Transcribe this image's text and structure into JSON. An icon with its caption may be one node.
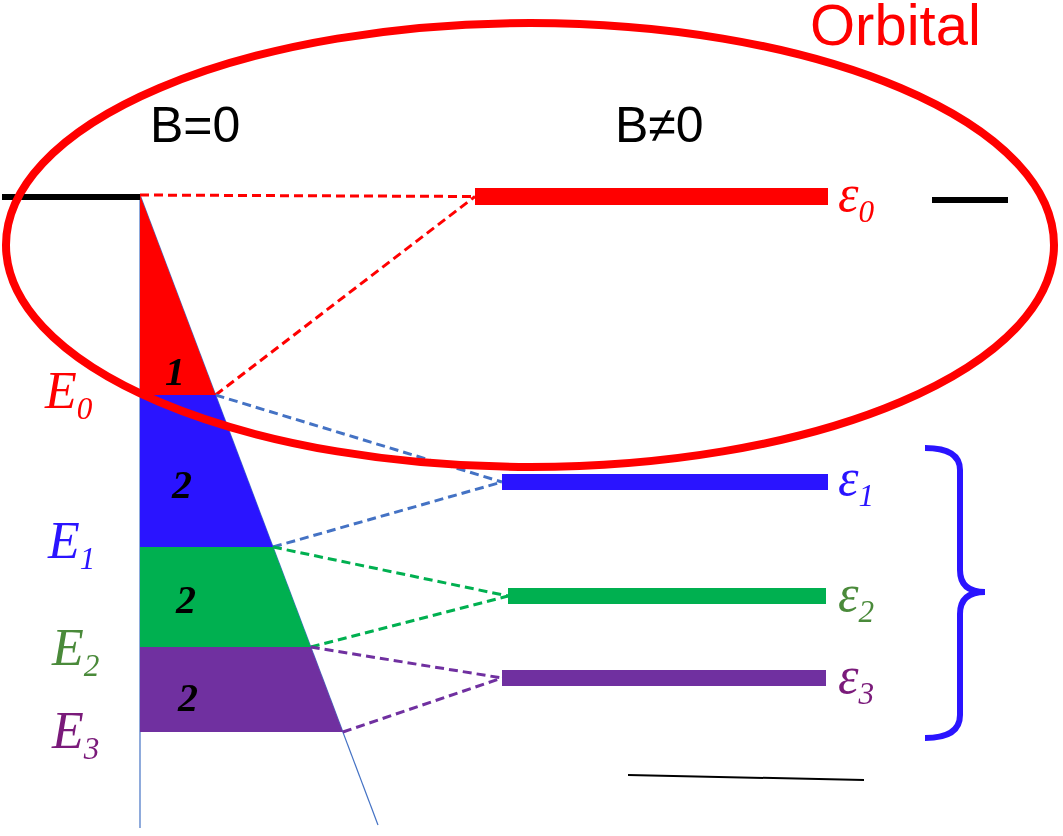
{
  "diagram": {
    "nodes": [
      {
        "text": [
          "1"
        ]
      },
      {
        "text": [
          "2"
        ]
      },
      {
        "text": [
          "2"
        ]
      },
      {
        "text": [
          "2"
        ]
      },
      {
        "text": [],
        "shape": "bar",
        "beside": [
          "ε$_{0}$"
        ]
      },
      {
        "text": [],
        "shape": "bar",
        "beside": [
          "ε$_{1}$"
        ]
      },
      {
        "text": [],
        "shape": "bar",
        "beside": [
          "ε$_{2}$"
        ]
      },
      {
        "text": [],
        "shape": "bar",
        "beside": [
          "ε$_{3}$"
        ]
      }
    ],
    "edges": [
      {
        "from": 0,
        "to": 4,
        "arrow": "none",
        "style": "dashed",
        "color": "#ff0000"
      },
      {
        "from": 0,
        "to": 4,
        "arrow": "none",
        "style": "dashed",
        "color": "#ff0000"
      },
      {
        "from": 1,
        "to": 5,
        "arrow": "none",
        "style": "dashed",
        "color": "#4472c4"
      },
      {
        "from": 1,
        "to": 5,
        "arrow": "none",
        "style": "dashed",
        "color": "#4472c4"
      },
      {
        "from": 2,
        "to": 6,
        "arrow": "none",
        "style": "dashed",
        "color": "#00b050"
      },
      {
        "from": 2,
        "to": 6,
        "arrow": "none",
        "style": "dashed",
        "color": "#00b050"
      },
      {
        "from": 3,
        "to": 7,
        "arrow": "none",
        "style": "dashed",
        "color": "#7030a0"
      },
      {
        "from": 3,
        "to": 7,
        "arrow": "none",
        "style": "dashed",
        "color": "#7030a0"
      }
    ],
    "labels": [
      "Orbital",
      "B=0",
      "B≠0",
      "E$_{0}$",
      "E$_{1}$",
      "E$_{2}$",
      "E$_{3}$"
    ]
  }
}
